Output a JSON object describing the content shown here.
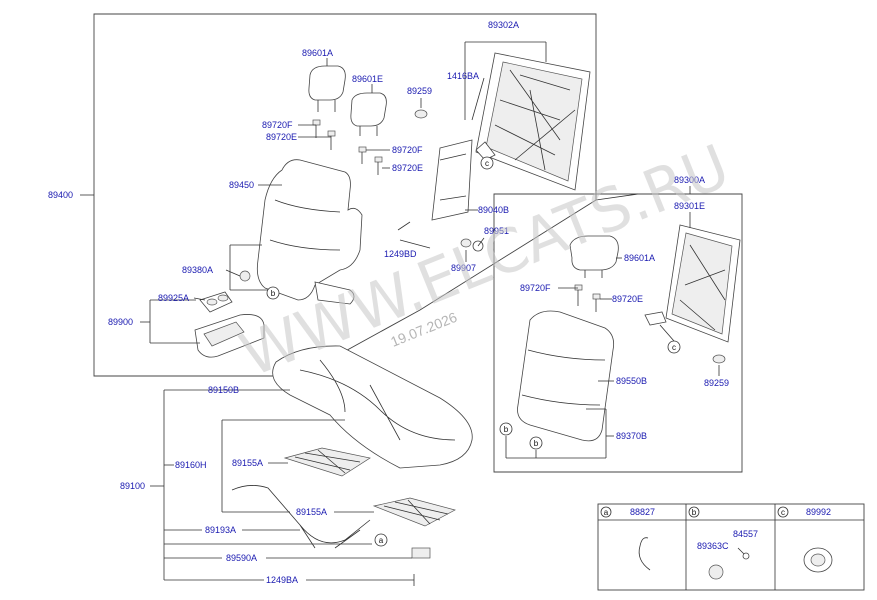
{
  "watermark": "WWW.ELCATS.RU",
  "date_stamp": "19.07.2026",
  "labels": {
    "p89302A": "89302A",
    "p1416BA": "1416BA",
    "p89601A_top": "89601A",
    "p89601E": "89601E",
    "p89259_top": "89259",
    "p89720F_l": "89720F",
    "p89720E_l": "89720E",
    "p89720F_r": "89720F",
    "p89720E_r": "89720E",
    "p89400": "89400",
    "p89450": "89450",
    "p89040B": "89040B",
    "p89951": "89951",
    "p1249BD": "1249BD",
    "p89907": "89907",
    "p89380A": "89380A",
    "p89925A": "89925A",
    "p89900": "89900",
    "p89300A": "89300A",
    "p89301E": "89301E",
    "p89601A_right": "89601A",
    "p89720F_right": "89720F",
    "p89720E_right": "89720E",
    "p89550B": "89550B",
    "p89259_right": "89259",
    "p89370B": "89370B",
    "p89150B": "89150B",
    "p89160H": "89160H",
    "p89155A_1": "89155A",
    "p89100": "89100",
    "p89155A_2": "89155A",
    "p89193A": "89193A",
    "p89590A": "89590A",
    "p1249BA": "1249BA"
  },
  "callouts": {
    "a": "a",
    "b": "b",
    "c": "c"
  },
  "legend": [
    {
      "letter": "a",
      "part": "88827"
    },
    {
      "letter": "b",
      "part_1": "84557",
      "part_2": "89363C"
    },
    {
      "letter": "c",
      "part": "89992"
    }
  ]
}
